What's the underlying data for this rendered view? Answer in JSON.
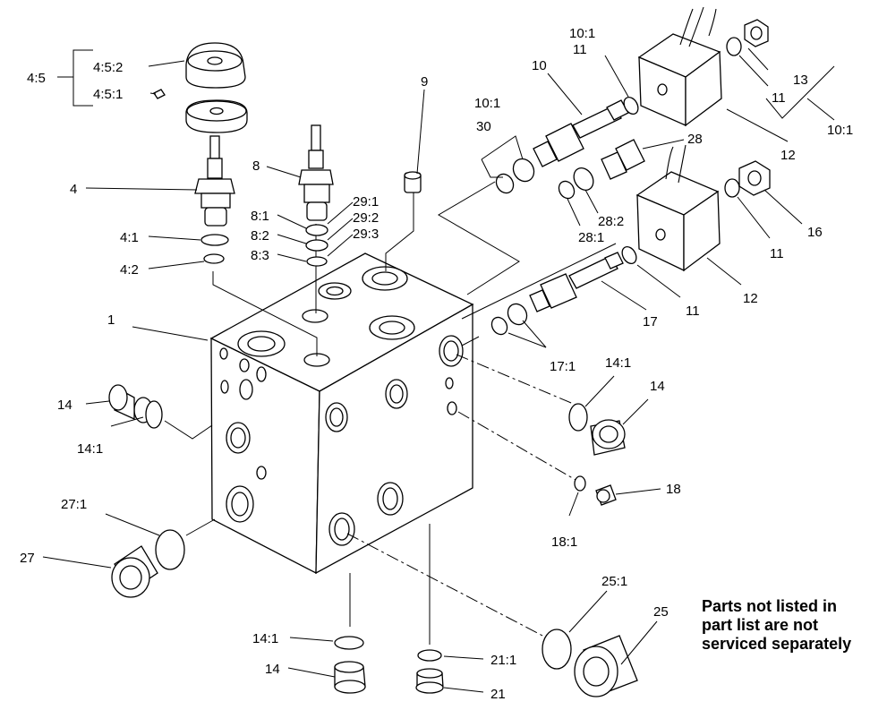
{
  "note": {
    "lines": [
      "Parts not listed in",
      "part list are not",
      "serviced separately"
    ]
  },
  "callouts": {
    "c4_5": "4:5",
    "c4_5_2": "4:5:2",
    "c4_5_1": "4:5:1",
    "c4": "4",
    "c4_1": "4:1",
    "c4_2": "4:2",
    "c8": "8",
    "c8_1": "8:1",
    "c8_2": "8:2",
    "c8_3": "8:3",
    "c29_1": "29:1",
    "c29_2": "29:2",
    "c29_3": "29:3",
    "c9": "9",
    "c10_1a": "10:1",
    "c30": "30",
    "c10": "10",
    "c10_1b": "10:1",
    "c11a": "11",
    "c13": "13",
    "c11b": "11",
    "c10_1c": "10:1",
    "c12a": "12",
    "c28": "28",
    "c28_2": "28:2",
    "c28_1": "28:1",
    "c16": "16",
    "c11c": "11",
    "c12b": "12",
    "c11d": "11",
    "c17": "17",
    "c17_1": "17:1",
    "c1": "1",
    "c14a": "14",
    "c14_1a": "14:1",
    "c14_1b": "14:1",
    "c14b": "14",
    "c18": "18",
    "c18_1": "18:1",
    "c27_1": "27:1",
    "c27": "27",
    "c25_1": "25:1",
    "c25": "25",
    "c14_1c": "14:1",
    "c14c": "14",
    "c21_1": "21:1",
    "c21": "21"
  }
}
